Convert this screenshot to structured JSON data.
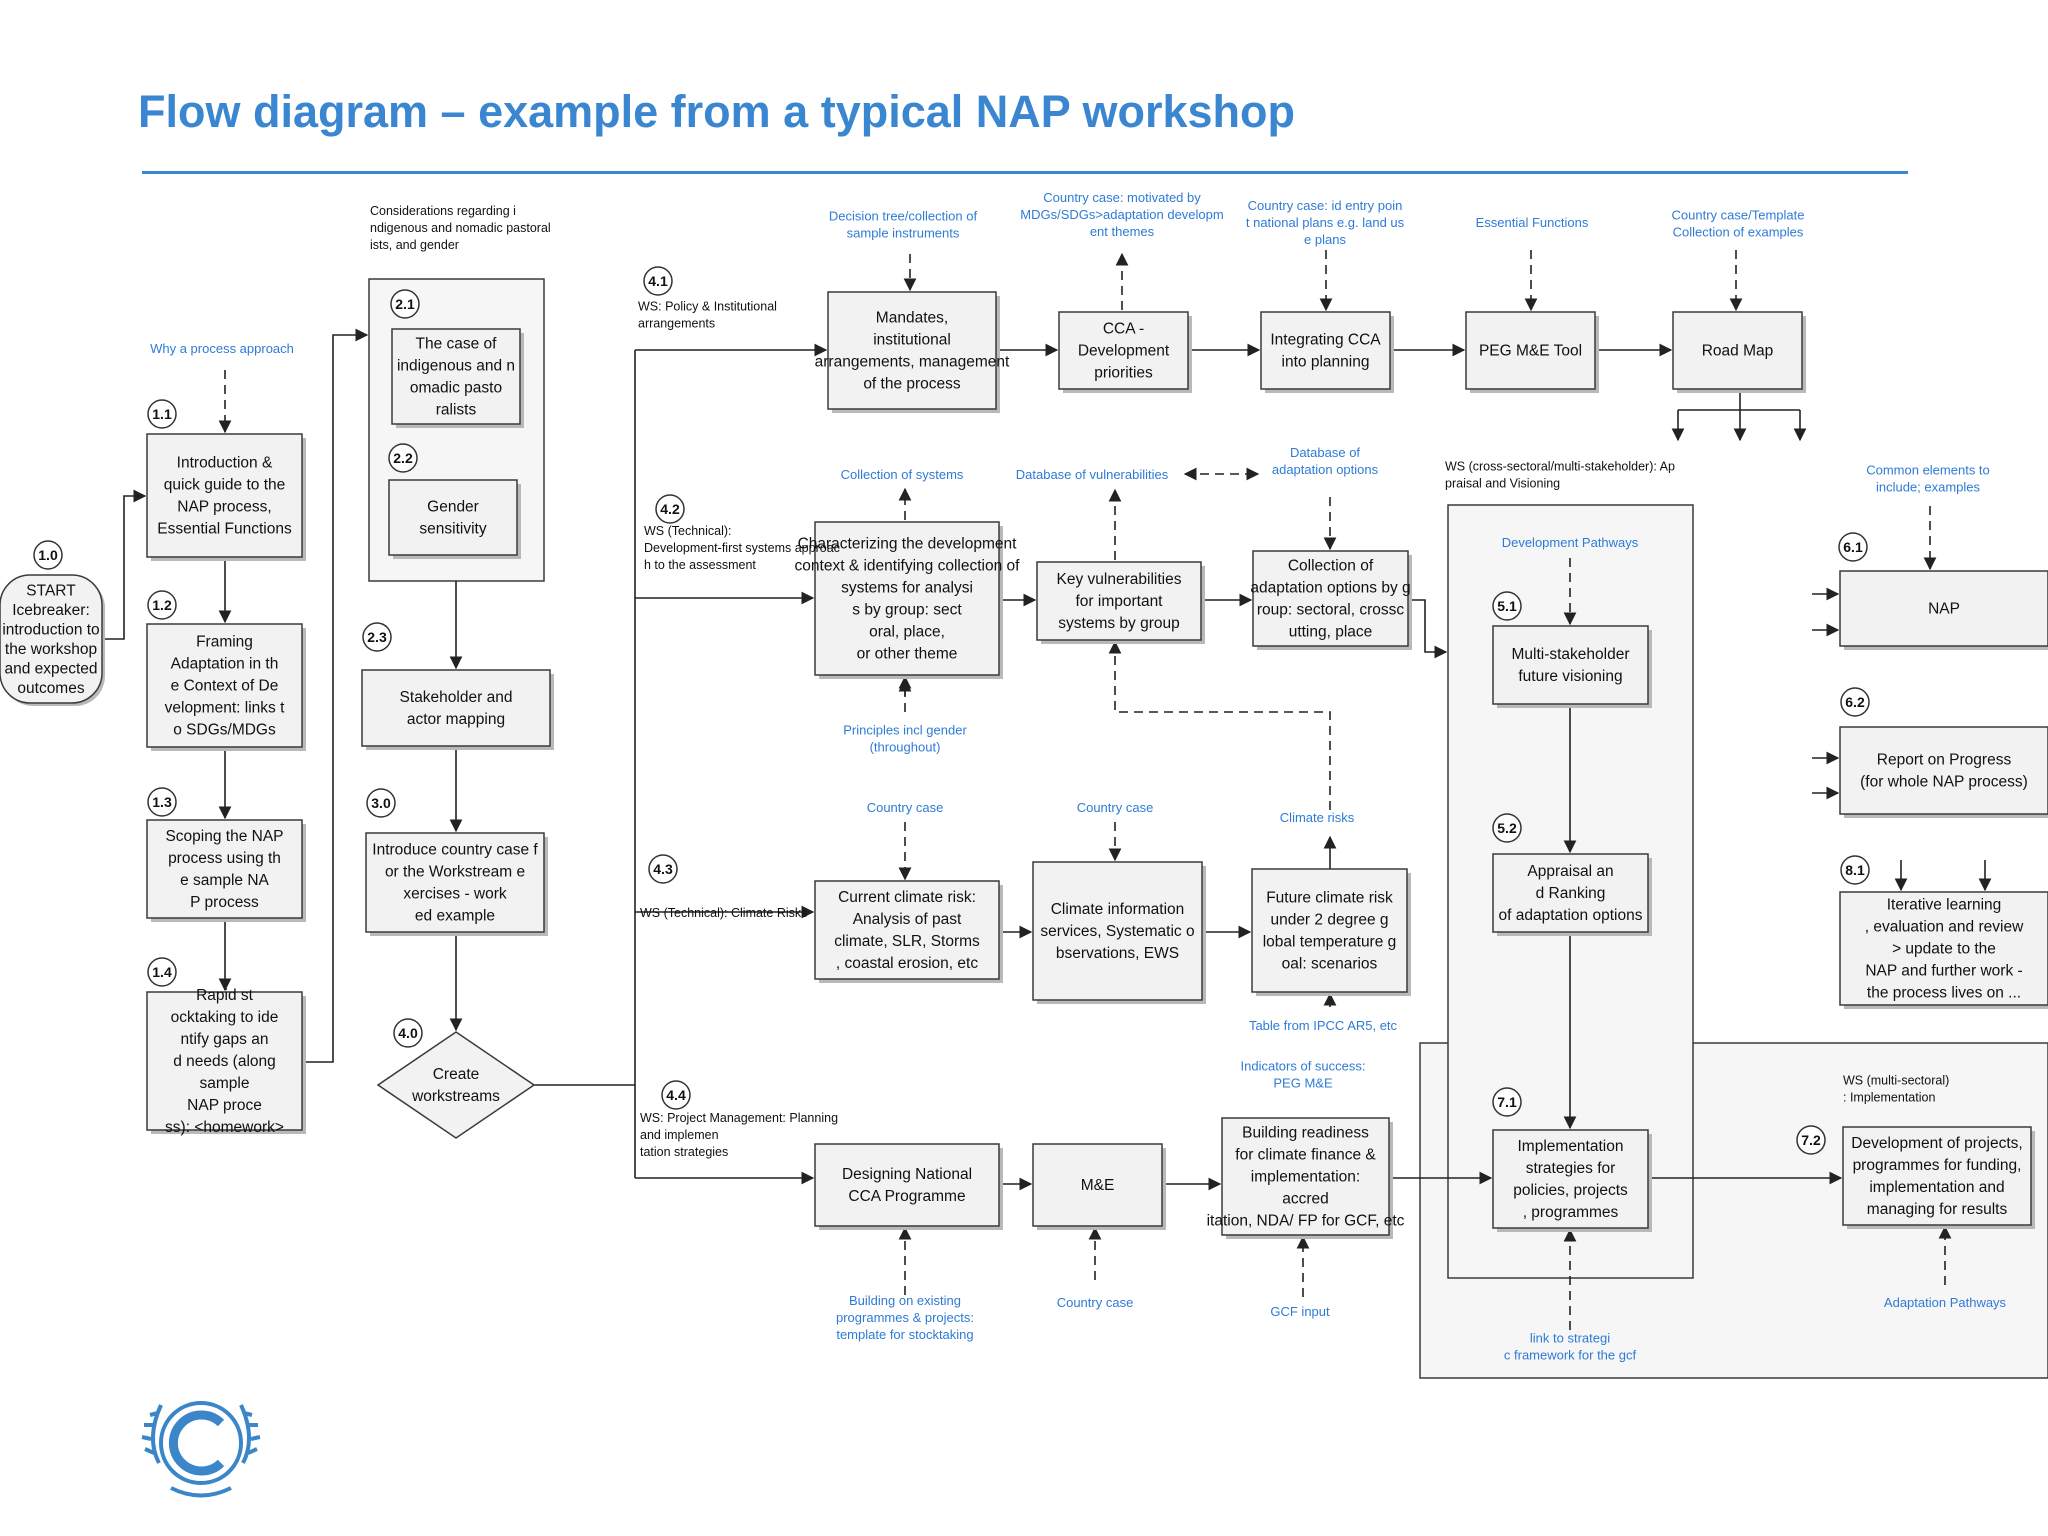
{
  "title": "Flow diagram – example from a typical NAP workshop",
  "nodes": {
    "n10": {
      "num": "1.0",
      "label": "START Icebreaker: introduction to the workshop and expected outcomes"
    },
    "n11": {
      "num": "1.1",
      "label": "Introduction & quick guide to the NAP process, Essential Functions"
    },
    "n12": {
      "num": "1.2",
      "label": "Framing Adaptation in the Context of Development: links to SDGs/MDGs"
    },
    "n13": {
      "num": "1.3",
      "label": "Scoping the NAP process using the sample NAP process"
    },
    "n14": {
      "num": "1.4",
      "label": "Rapid stocktaking to identify gaps and needs (along sample NAP process): <homework>"
    },
    "n21": {
      "num": "2.1",
      "label": "The case of indigenous and nomadic pastoralists"
    },
    "n22": {
      "num": "2.2",
      "label": "Gender sensitivity"
    },
    "n23": {
      "num": "2.3",
      "label": "Stakeholder and actor mapping"
    },
    "n30": {
      "num": "3.0",
      "label": "Introduce country case for the Workstream exercises - worked example"
    },
    "n40": {
      "num": "4.0",
      "label": "Create workstreams"
    },
    "n41": {
      "num": "4.1"
    },
    "n42": {
      "num": "4.2"
    },
    "n43": {
      "num": "4.3"
    },
    "n44": {
      "num": "4.4"
    },
    "mandates": {
      "label": "Mandates, institutional arrangements, management of the process"
    },
    "cca_dev": {
      "label": "CCA - Development priorities"
    },
    "integrating": {
      "label": "Integrating CCA into planning"
    },
    "peg": {
      "label": "PEG M&E Tool"
    },
    "roadmap": {
      "label": "Road Map"
    },
    "characterizing": {
      "label": "Characterizing the development context & identifying collection of systems for analysis by group: sectoral, place, or other theme"
    },
    "keyvuln": {
      "label": "Key vulnerabilities for important systems by group"
    },
    "collection": {
      "label": "Collection of adaptation options by group: sectoral, crosscutting, place"
    },
    "current": {
      "label": "Current climate risk: Analysis of past climate, SLR, Storms, coastal erosion, etc"
    },
    "climinfo": {
      "label": "Climate information services, Systematic observations, EWS"
    },
    "future": {
      "label": "Future climate risk under 2 degree global temperature goal: scenarios"
    },
    "designing": {
      "label": "Designing National CCA Programme"
    },
    "me": {
      "label": "M&E"
    },
    "building": {
      "label": "Building readiness for climate finance & implementation: accreditation, NDA/ FP for GCF, etc"
    },
    "n51": {
      "num": "5.1",
      "label": "Multi-stakeholder future visioning"
    },
    "n52": {
      "num": "5.2",
      "label": "Appraisal and Ranking of adaptation options"
    },
    "n71": {
      "num": "7.1",
      "label": "Implementation strategies for policies, projects, programmes"
    },
    "n61": {
      "num": "6.1",
      "label": "NAP"
    },
    "n62": {
      "num": "6.2",
      "label": "Report on Progress (for whole NAP process)"
    },
    "n81": {
      "num": "8.1",
      "label": "Iterative learning, evaluation and review > update to the NAP and further work - the process lives on ..."
    },
    "n72": {
      "num": "7.2",
      "label": "Development of projects, programmes for funding, implementation and managing for results"
    }
  },
  "ws_labels": {
    "considerations": "Considerations regarding indigenous and nomadic pastoralists, and gender",
    "ws41": "WS: Policy & Institutional arrangements",
    "ws42": "WS (Technical): Development-first systems approach to the assessment",
    "ws43": "WS (Technical): Climate Risks",
    "ws44": "WS: Project Management: Planning and implementation strategies",
    "ws_cross": "WS (cross-sectoral/multi-stakeholder): Appraisal and Visioning",
    "ws_multi": "WS (multi-sectoral): Implementation"
  },
  "annotations": {
    "why_process": "Why a process approach",
    "decision_tree": "Decision tree/collection of sample instruments",
    "cc_mdgs": "Country case: motivated by MDGs/SDGs>adaptation development themes",
    "cc_entry": "Country case: id entry point national plans e.g. land use plans",
    "essential": "Essential Functions",
    "cc_template": "Country case/Template Collection of examples",
    "coll_systems": "Collection of systems",
    "db_vuln": "Database of vulnerabilities",
    "db_adapt": "Database of adaptation options",
    "principles": "Principles incl gender (throughout)",
    "dev_pathways": "Development Pathways",
    "common": "Common elements to include; examples",
    "country_case_1": "Country case",
    "country_case_2": "Country case",
    "climate_risks": "Climate risks",
    "ipcc": "Table from IPCC AR5, etc",
    "indicators": "Indicators of success: PEG M&E",
    "building_existing": "Building on existing programmes & projects: template for stocktaking",
    "country_case_3": "Country case",
    "gcf_input": "GCF input",
    "link_strategic": "link to strategic framework for the gcf",
    "adapt_pathways": "Adaptation Pathways"
  },
  "colors": {
    "title": "#3a86d0",
    "annotation": "#2e7bd6",
    "box_fill": "#f2f2f3",
    "box_shadow": "#b9b9bd",
    "logo": "#3b86c8"
  },
  "icons": {
    "logo": "unfccc-logo-icon"
  }
}
